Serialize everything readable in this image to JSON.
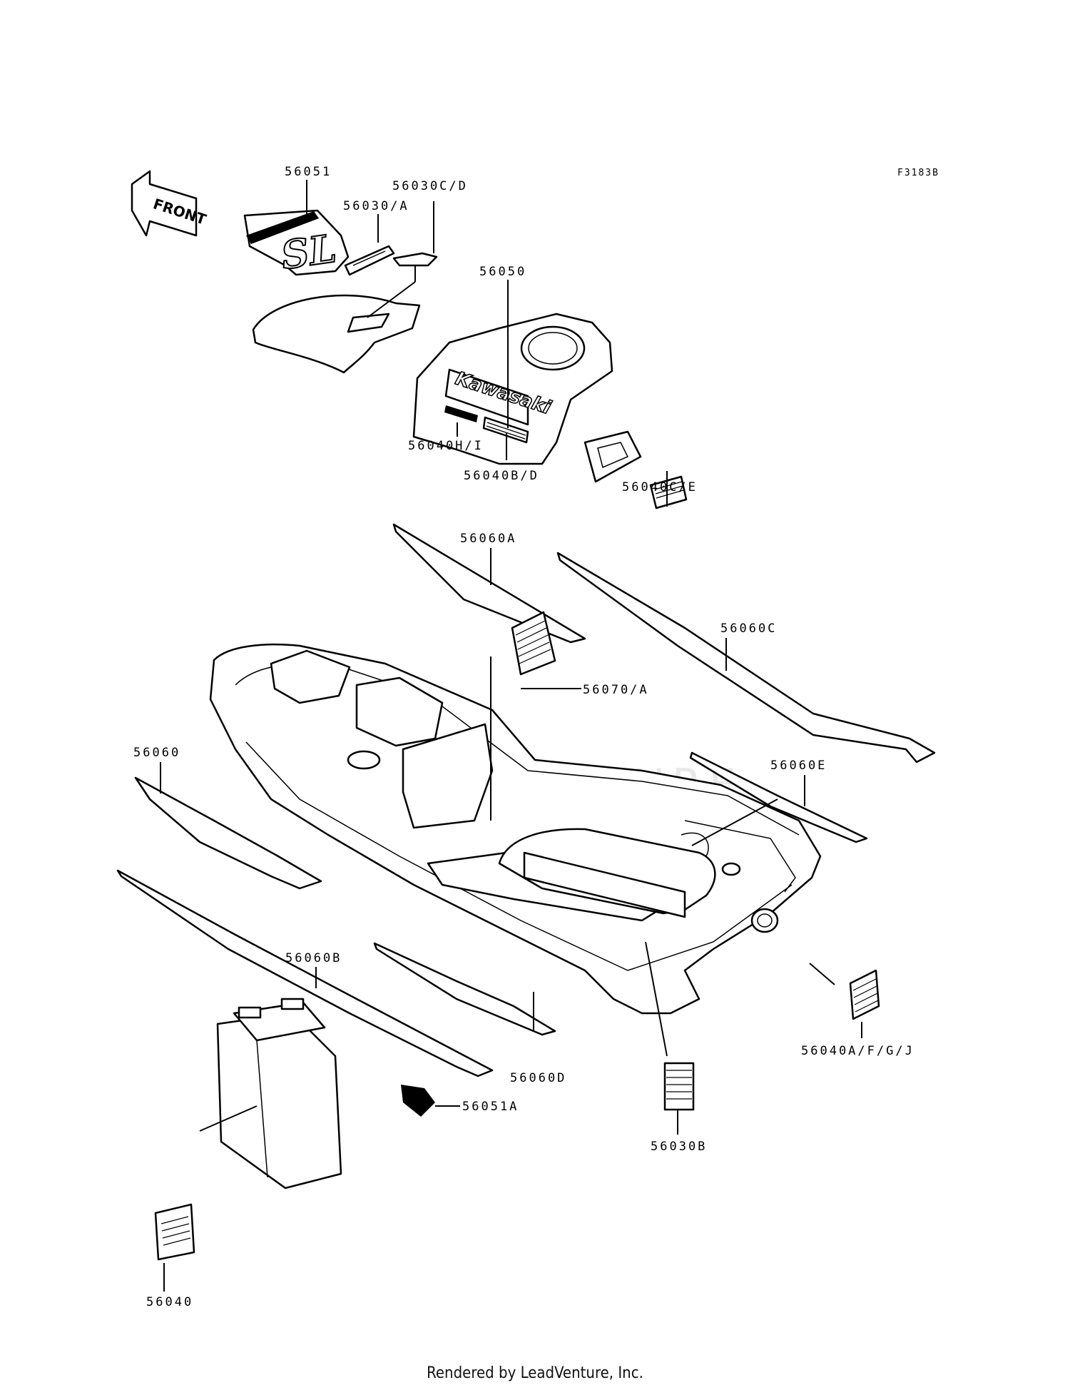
{
  "figure_code": "F3183B",
  "front_arrow": "FRONT",
  "hull_brand": "Kawasaki",
  "emblem_text": "SL",
  "watermark": "LEADVENTURE",
  "footer": "Rendered by LeadVenture, Inc.",
  "callouts": {
    "c56051": "56051",
    "c56030A": "56030/A",
    "c56030CD": "56030C/D",
    "c56050": "56050",
    "c56040HI": "56040H/I",
    "c56040BD": "56040B/D",
    "c56040CE": "56040C/E",
    "c56060A": "56060A",
    "c56060C": "56060C",
    "c56070A": "56070/A",
    "c56060": "56060",
    "c56060E": "56060E",
    "c56060B": "56060B",
    "c56060D": "56060D",
    "c56040AFGJ": "56040A/F/G/J",
    "c56051A": "56051A",
    "c56030B": "56030B",
    "c56040": "56040"
  }
}
